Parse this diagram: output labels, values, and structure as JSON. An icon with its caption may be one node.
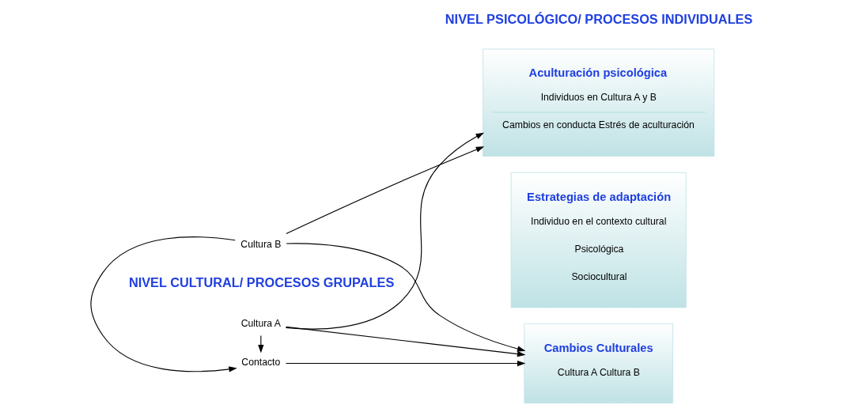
{
  "diagram": {
    "nodes": [
      {
        "text": [
          "Cultura A"
        ]
      },
      {
        "text": [
          "Contacto"
        ]
      },
      {
        "text": [
          "Cultura B"
        ]
      },
      {
        "text": [
          "Cambios Culturales",
          "Cultura A Cultura B"
        ]
      },
      {
        "text": [
          "Aculturación psicológica",
          "Individuos en Cultura A y B",
          "Cambios en conducta Estrés de aculturación"
        ]
      },
      {
        "text": [
          "Estrategias de adaptación",
          "Individuo en el contexto cultural",
          "Psicológica",
          "Sociocultural"
        ]
      }
    ],
    "edges": [
      {
        "from": 0,
        "to": 1,
        "arrow": "to"
      },
      {
        "from": 2,
        "to": 1,
        "arrow": "to"
      },
      {
        "from": 0,
        "to": 3,
        "arrow": "to"
      },
      {
        "from": 1,
        "to": 3,
        "arrow": "to"
      },
      {
        "from": 2,
        "to": 3,
        "arrow": "to"
      },
      {
        "from": 0,
        "to": 4,
        "arrow": "to"
      },
      {
        "from": 2,
        "to": 4,
        "arrow": "to"
      }
    ],
    "labels": [
      "NIVEL CULTURAL/ PROCESOS GRUPALES",
      "NIVEL PSICOLÓGICO/ PROCESOS INDIVIDUALES"
    ]
  }
}
